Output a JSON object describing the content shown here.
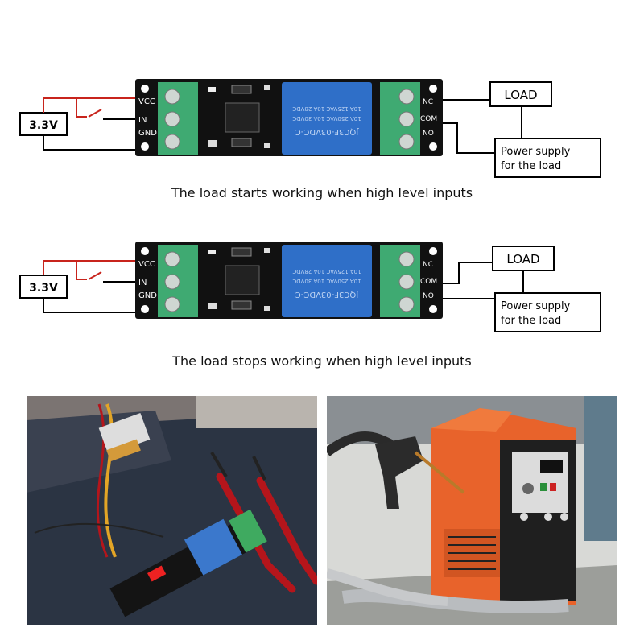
{
  "diagram_top": {
    "supply_label": "3.3V",
    "pin_vcc": "VCC",
    "pin_in": "IN",
    "pin_gnd": "GND",
    "pin_nc": "NC",
    "pin_com": "COM",
    "pin_no": "NO",
    "relay_text_1": "JQC3F-03VDC-C",
    "relay_text_2": "10A 250VAC 10A 30VDC",
    "relay_text_3": "10A 125VAC 10A 28VDC",
    "load_label": "LOAD",
    "power_label_1": "Power supply",
    "power_label_2": "for the load",
    "caption": "The load starts working when high level inputs"
  },
  "diagram_bottom": {
    "supply_label": "3.3V",
    "pin_vcc": "VCC",
    "pin_in": "IN",
    "pin_gnd": "GND",
    "pin_nc": "NC",
    "pin_com": "COM",
    "pin_no": "NO",
    "relay_text_1": "JQC3F-03VDC-C",
    "relay_text_2": "10A 250VAC 10A 30VDC",
    "relay_text_3": "10A 125VAC 10A 28VDC",
    "load_label": "LOAD",
    "power_label_1": "Power supply",
    "power_label_2": "for the load",
    "caption": "The load stops working when high level inputs"
  },
  "colors": {
    "wire_red": "#c8241c",
    "board": "#111111",
    "terminal_green": "#3faa72",
    "relay_blue": "#2f6fc8"
  }
}
